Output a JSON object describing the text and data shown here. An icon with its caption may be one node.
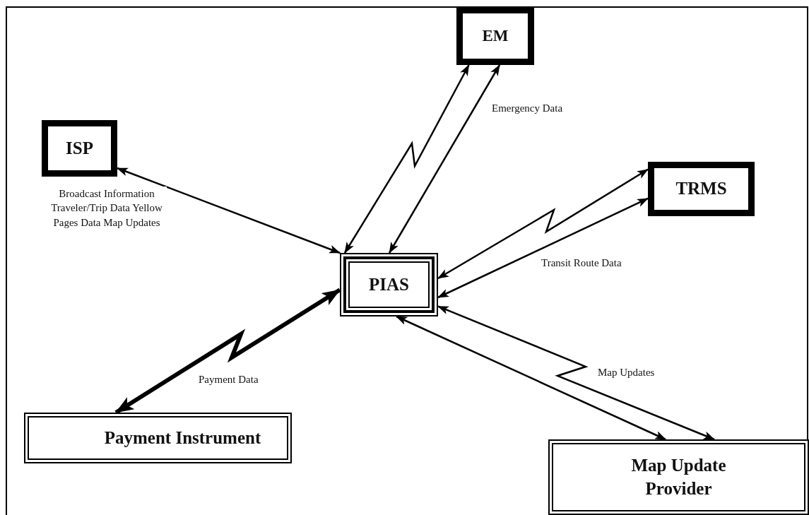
{
  "diagram": {
    "nodes": [
      {
        "text": [
          "EM"
        ]
      },
      {
        "text": [
          "ISP"
        ]
      },
      {
        "text": [
          "TRMS"
        ]
      },
      {
        "text": [
          "PIAS"
        ]
      },
      {
        "text": [
          "Payment Instrument"
        ]
      },
      {
        "text": [
          "Map Update Provider"
        ]
      }
    ],
    "edges": [
      {
        "from": 1,
        "to": 3,
        "arrow": "both",
        "label": "Broadcast Information Traveler/Trip Data Yellow Pages Data Map Updates"
      },
      {
        "from": 0,
        "to": 3,
        "arrow": "both"
      },
      {
        "from": 0,
        "to": 3,
        "arrow": "both",
        "label": "Emergency Data"
      },
      {
        "from": 2,
        "to": 3,
        "arrow": "both"
      },
      {
        "from": 2,
        "to": 3,
        "arrow": "both",
        "label": "Transit Route Data"
      },
      {
        "from": 4,
        "to": 3,
        "arrow": "both",
        "label": "Payment Data",
        "style": "thick"
      },
      {
        "from": 5,
        "to": 3,
        "arrow": "both"
      },
      {
        "from": 5,
        "to": 3,
        "arrow": "both",
        "label": "Map Updates"
      }
    ]
  }
}
